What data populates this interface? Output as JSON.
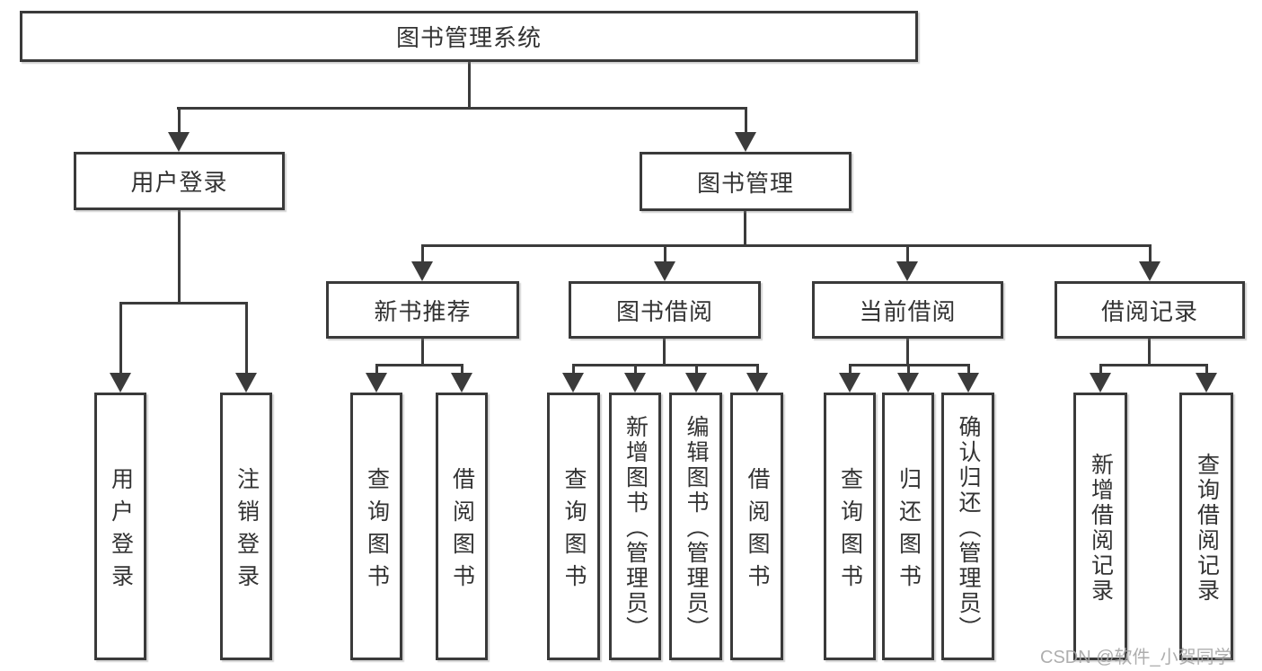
{
  "watermark": "CSDN @软件_小贺同学",
  "colors": {
    "line": "#3b3b3b",
    "box_border": "#3a3a3a",
    "text": "#333333",
    "watermark": "#a5a5a5",
    "background": "#ffffff"
  },
  "tree": {
    "root": {
      "label": "图书管理系统"
    },
    "level1": [
      {
        "label": "用户登录",
        "children": [
          "用户登录",
          "注销登录"
        ]
      },
      {
        "label": "图书管理",
        "children": [
          {
            "label": "新书推荐",
            "children": [
              "查询图书",
              "借阅图书"
            ]
          },
          {
            "label": "图书借阅",
            "children": [
              "查询图书",
              "新增图书（管理员）",
              "编辑图书（管理员）",
              "借阅图书"
            ]
          },
          {
            "label": "当前借阅",
            "children": [
              "查询图书",
              "归还图书",
              "确认归还（管理员）"
            ]
          },
          {
            "label": "借阅记录",
            "children": [
              "新增借阅记录",
              "查询借阅记录"
            ]
          }
        ]
      }
    ]
  }
}
